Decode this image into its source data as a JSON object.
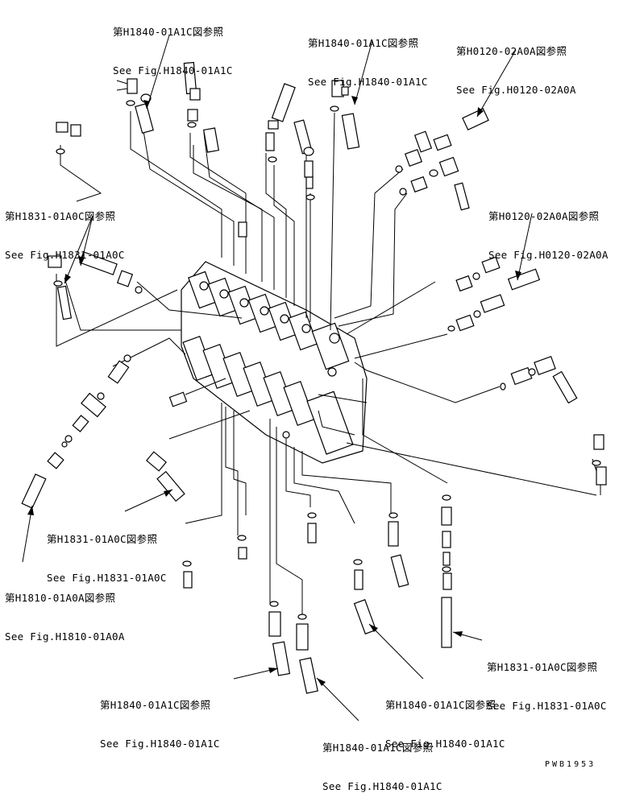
{
  "references": [
    {
      "id": "ref-h1840-top-left",
      "jp": "第H1840-01A1C図参照",
      "en": "See Fig.H1840-01A1C"
    },
    {
      "id": "ref-h1840-top-center",
      "jp": "第H1840-01A1C図参照",
      "en": "See Fig.H1840-01A1C"
    },
    {
      "id": "ref-h0120-top-right",
      "jp": "第H0120-02A0A図参照",
      "en": "See Fig.H0120-02A0A"
    },
    {
      "id": "ref-h0120-right",
      "jp": "第H0120-02A0A図参照",
      "en": "See Fig.H0120-02A0A"
    },
    {
      "id": "ref-h1831-upper-left",
      "jp": "第H1831-01A0C図参照",
      "en": "See Fig.H1831-01A0C"
    },
    {
      "id": "ref-h1831-middle",
      "jp": "第H1831-01A0C図参照",
      "en": "See Fig.H1831-01A0C"
    },
    {
      "id": "ref-h1810-left",
      "jp": "第H1810-01A0A図参照",
      "en": "See Fig.H1810-01A0A"
    },
    {
      "id": "ref-h1831-lower-right",
      "jp": "第H1831-01A0C図参照",
      "en": "See Fig.H1831-01A0C"
    },
    {
      "id": "ref-h1840-bottom-right",
      "jp": "第H1840-01A1C図参照",
      "en": "See Fig.H1840-01A1C"
    },
    {
      "id": "ref-h1840-bottom-left",
      "jp": "第H1840-01A1C図参照",
      "en": "See Fig.H1840-01A1C"
    },
    {
      "id": "ref-h1840-bottom-center",
      "jp": "第H1840-01A1C図参照",
      "en": "See Fig.H1840-01A1C"
    }
  ],
  "drawing_code": "PWB1953"
}
